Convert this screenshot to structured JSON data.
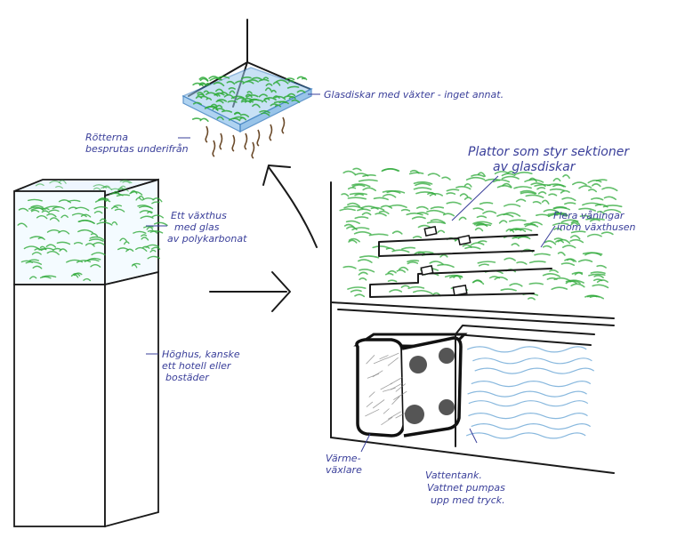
{
  "labels": {
    "glass_disks": "Glasdiskar med växter - inget annat.",
    "roots_line1": "Rötterna",
    "roots_line2": "besprutas underifrån",
    "plates_line1": "Plattor som styr sektioner",
    "plates_line2": "av glasdiskar",
    "greenhouse_line1": "Ett växthus",
    "greenhouse_line2": "med glas",
    "greenhouse_line3": "av polykarbonat",
    "floors_line1": "Flera våningar",
    "floors_line2": "inom växthusen",
    "highrise_line1": "Höghus, kanske",
    "highrise_line2": "ett hotell eller",
    "highrise_line3": "bostäder",
    "heat_line1": "Värme-",
    "heat_line2": "växlare",
    "tank_line1": "Vattentank.",
    "tank_line2": "Vattnet pumpas",
    "tank_line3": "upp med tryck."
  },
  "colors": {
    "ink": "#1a1a1a",
    "annotation": "#3a3f9a",
    "plants": "#2faa3a",
    "water": "#6aa6d6",
    "glass": "#9cc9ee"
  }
}
